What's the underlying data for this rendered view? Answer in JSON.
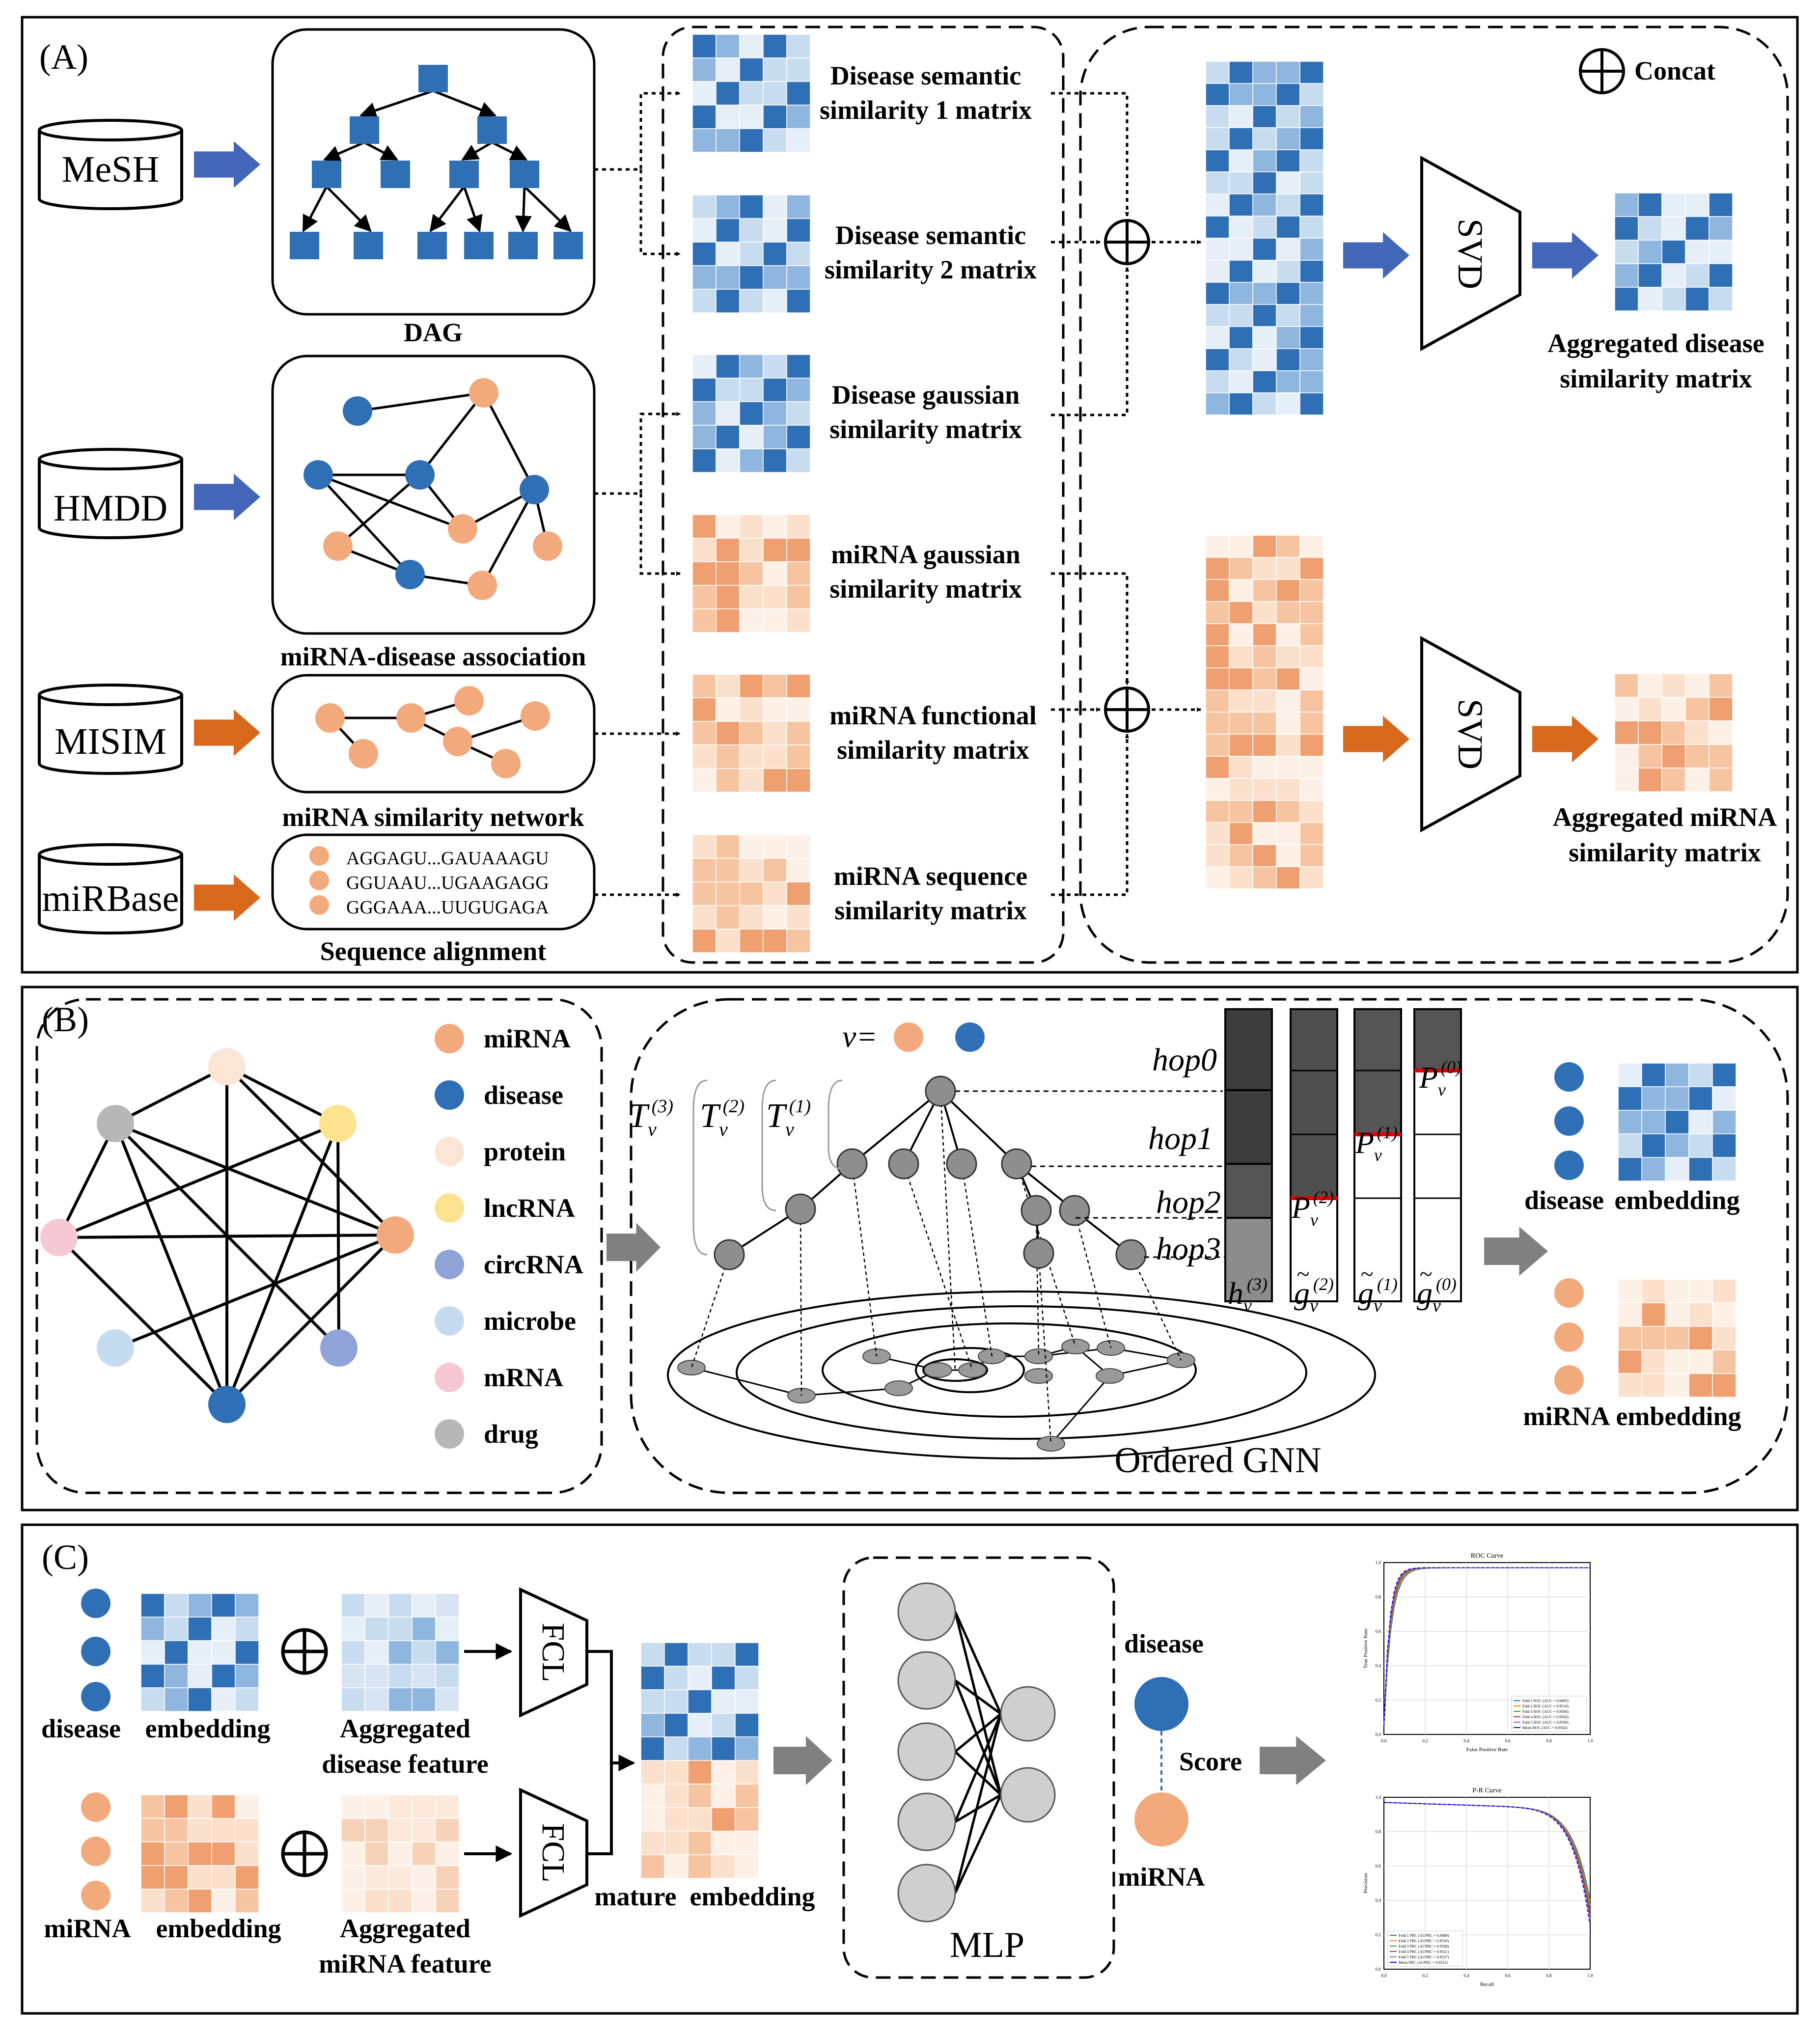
{
  "panelA": {
    "label": "(A)",
    "concat_legend": "Concat",
    "databases": [
      "MeSH",
      "HMDD",
      "MISIM",
      "miRBase"
    ],
    "dag_caption": "DAG",
    "association_caption": "miRNA-disease association",
    "network_caption": "miRNA similarity network",
    "alignment_caption": "Sequence alignment",
    "sequences": [
      "AGGAGU...GAUAAAGU",
      "GGUAAU...UGAAGAGG",
      "GGGAAA...UUGUGAGA"
    ],
    "matrices": [
      {
        "line1": "Disease semantic",
        "line2": "similarity 1 matrix"
      },
      {
        "line1": "Disease semantic",
        "line2": "similarity 2 matrix"
      },
      {
        "line1": "Disease gaussian",
        "line2": "similarity matrix"
      },
      {
        "line1": "miRNA gaussian",
        "line2": "similarity matrix"
      },
      {
        "line1": "miRNA functional",
        "line2": "similarity matrix"
      },
      {
        "line1": "miRNA sequence",
        "line2": "similarity matrix"
      }
    ],
    "svd_label": "SVD",
    "agg_disease": {
      "line1": "Aggregated disease",
      "line2": "similarity matrix"
    },
    "agg_mirna": {
      "line1": "Aggregated miRNA",
      "line2": "similarity matrix"
    }
  },
  "panelB": {
    "label": "(B)",
    "legend": [
      "miRNA",
      "disease",
      "protein",
      "lncRNA",
      "circRNA",
      "microbe",
      "mRNA",
      "drug"
    ],
    "v_label": "v=",
    "hops": [
      "hop0",
      "hop1",
      "hop2",
      "hop3"
    ],
    "col_labels": [
      "h",
      "g",
      "g",
      "g"
    ],
    "col_sup": [
      "(3)",
      "(2)",
      "(1)",
      "(0)"
    ],
    "p_labels": [
      "P",
      "P",
      "P"
    ],
    "p_sup": [
      "(0)",
      "(1)",
      "(2)"
    ],
    "tree_labels": [
      "T",
      "T",
      "T"
    ],
    "tree_sup": [
      "(3)",
      "(2)",
      "(1)"
    ],
    "sub_v": "v",
    "gnn_caption": "Ordered GNN",
    "disease_emb": {
      "a": "disease",
      "b": "embedding"
    },
    "mirna_emb": {
      "a": "miRNA",
      "b": "embedding"
    }
  },
  "panelC": {
    "label": "(C)",
    "disease_emb": {
      "a": "disease",
      "b": "embedding"
    },
    "mirna_emb": {
      "a": "miRNA",
      "b": "embedding"
    },
    "agg_disease_feature": {
      "line1": "Aggregated",
      "line2": "disease feature"
    },
    "agg_mirna_feature": {
      "line1": "Aggregated",
      "line2": "miRNA feature"
    },
    "fcl": "FCL",
    "mature": "mature  embedding",
    "mlp": "MLP",
    "score_disease": "disease",
    "score": "Score",
    "score_mirna": "miRNA",
    "roc_title": "ROC Curve",
    "roc_xlabel": "False Positive Rate",
    "roc_ylabel": "True Positive Rate",
    "roc_legend": [
      "Fold 1 ROC (AUC = 0.9495)",
      "Fold 2 ROC (AUC = 0.9510)",
      "Fold 3 ROC (AUC = 0.9506)",
      "Fold 4 ROC (AUC = 0.9502)",
      "Fold 5 ROC (AUC = 0.9500)",
      "Mean ROC (AUC = 0.9502)"
    ],
    "pr_title": "P-R Curve",
    "pr_xlabel": "Recall",
    "pr_ylabel": "Precision",
    "pr_legend": [
      "Fold 1 PRC (AUPRC = 0.9489)",
      "Fold 2 PRC (AUPRC = 0.9530)",
      "Fold 3 PRC (AUPRC = 0.9508)",
      "Fold 4 PRC (AUPRC = 0.9521)",
      "Fold 5 PRC (AUPRC = 0.9537)",
      "Mean PRC (AUPRC = 0.9521)"
    ],
    "ticks": [
      "0.0",
      "0.2",
      "0.4",
      "0.6",
      "0.8",
      "1.0"
    ]
  },
  "colors": {
    "blue_dark": "#2e6fb5",
    "blue_mid": "#8fb6df",
    "blue_light": "#c8dcf0",
    "blue_pale": "#e6eff8",
    "orange_dark": "#f0a070",
    "orange_mid": "#f6c4a0",
    "orange_light": "#fbe0cc",
    "orange_pale": "#fdf0e6",
    "arrow_blue": "#4466b8",
    "arrow_orange": "#d8681c",
    "arrow_gray": "#808080"
  }
}
